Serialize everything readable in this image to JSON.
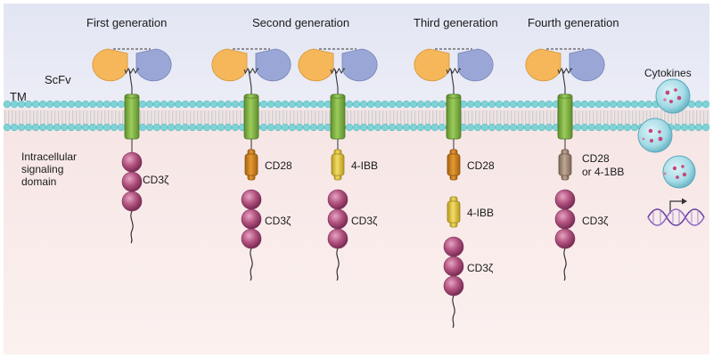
{
  "generations": {
    "first": "First generation",
    "second": "Second generation",
    "third": "Third generation",
    "fourth": "Fourth generation"
  },
  "labels": {
    "scfv": "ScFv",
    "tm": "TM",
    "intracellular": [
      "Intracellular",
      "signaling",
      "domain"
    ],
    "cytokines": "Cytokines"
  },
  "domains": {
    "cd3z": "CD3ζ",
    "cd28": "CD28",
    "four_ibb": "4-IBB",
    "cd28_or_41bb": [
      "CD28",
      "or 4-1BB"
    ]
  },
  "colors": {
    "vh": "#f5b75a",
    "vl": "#9aa7d6",
    "tm_domain": "#7fae45",
    "cd28": "#c9821a",
    "four_ibb": "#e0c43f",
    "cd28_or_41bb": "#a88f7a",
    "cd3z": "#b0527e",
    "membrane_head": "#7fd3d6",
    "cytokine": "#a9e0ea"
  }
}
